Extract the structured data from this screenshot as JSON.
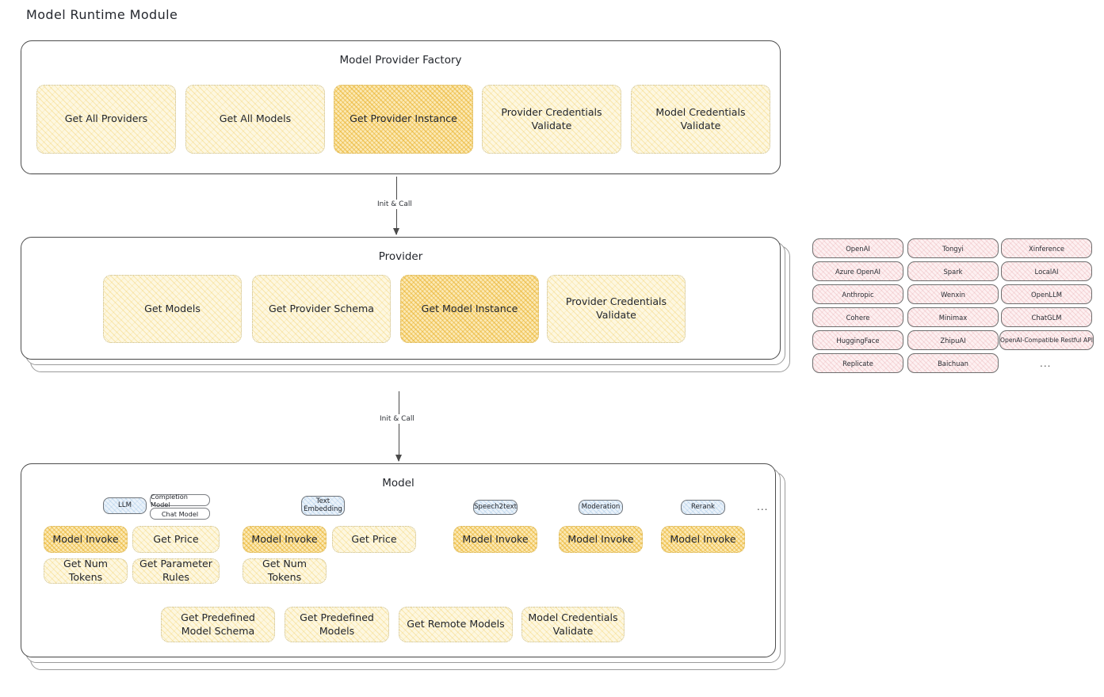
{
  "page": {
    "title": "Model Runtime Module"
  },
  "factory": {
    "title": "Model Provider Factory",
    "boxes": [
      {
        "label": "Get All Providers",
        "highlight": false
      },
      {
        "label": "Get All Models",
        "highlight": false
      },
      {
        "label": "Get Provider Instance",
        "highlight": true
      },
      {
        "label": "Provider Credentials Validate",
        "highlight": false
      },
      {
        "label": "Model Credentials Validate",
        "highlight": false
      }
    ]
  },
  "arrow1": {
    "label": "Init & Call"
  },
  "provider": {
    "title": "Provider",
    "boxes": [
      {
        "label": "Get Models",
        "highlight": false
      },
      {
        "label": "Get Provider Schema",
        "highlight": false
      },
      {
        "label": "Get Model Instance",
        "highlight": true
      },
      {
        "label": "Provider Credentials Validate",
        "highlight": false
      }
    ]
  },
  "provider_list": {
    "columns": [
      [
        "OpenAI",
        "Azure OpenAI",
        "Anthropic",
        "Cohere",
        "HuggingFace",
        "Replicate"
      ],
      [
        "Tongyi",
        "Spark",
        "Wenxin",
        "Minimax",
        "ZhipuAI",
        "Baichuan"
      ],
      [
        "Xinference",
        "LocalAI",
        "OpenLLM",
        "ChatGLM",
        "OpenAI-Compatible Restful API"
      ]
    ],
    "ellipsis": "..."
  },
  "arrow2": {
    "label": "Init & Call"
  },
  "model": {
    "title": "Model",
    "ellipsis": "...",
    "groups": [
      {
        "chip": "LLM",
        "subchips": [
          "Completion Model",
          "Chat Model"
        ],
        "boxes": [
          {
            "label": "Model Invoke",
            "highlight": true
          },
          {
            "label": "Get Price",
            "highlight": false
          },
          {
            "label": "Get Num Tokens",
            "highlight": false
          },
          {
            "label": "Get Parameter Rules",
            "highlight": false
          }
        ]
      },
      {
        "chip": "Text Embedding",
        "subchips": [],
        "boxes": [
          {
            "label": "Model Invoke",
            "highlight": true
          },
          {
            "label": "Get Price",
            "highlight": false
          },
          {
            "label": "Get Num Tokens",
            "highlight": false
          }
        ]
      },
      {
        "chip": "Speech2text",
        "subchips": [],
        "boxes": [
          {
            "label": "Model Invoke",
            "highlight": true
          }
        ]
      },
      {
        "chip": "Moderation",
        "subchips": [],
        "boxes": [
          {
            "label": "Model Invoke",
            "highlight": true
          }
        ]
      },
      {
        "chip": "Rerank",
        "subchips": [],
        "boxes": [
          {
            "label": "Model Invoke",
            "highlight": true
          }
        ]
      }
    ],
    "common_boxes": [
      {
        "label": "Get Predefined Model Schema"
      },
      {
        "label": "Get Predefined Models"
      },
      {
        "label": "Get Remote Models"
      },
      {
        "label": "Model Credentials Validate"
      }
    ]
  },
  "colors": {
    "accent_yellow": "#fdf7e0",
    "accent_yellow_highlight": "#fbe9b5",
    "provider_pink": "#fdf0f1",
    "model_type_blue": "#eaf2fa",
    "stroke": "#4d4d4d"
  }
}
